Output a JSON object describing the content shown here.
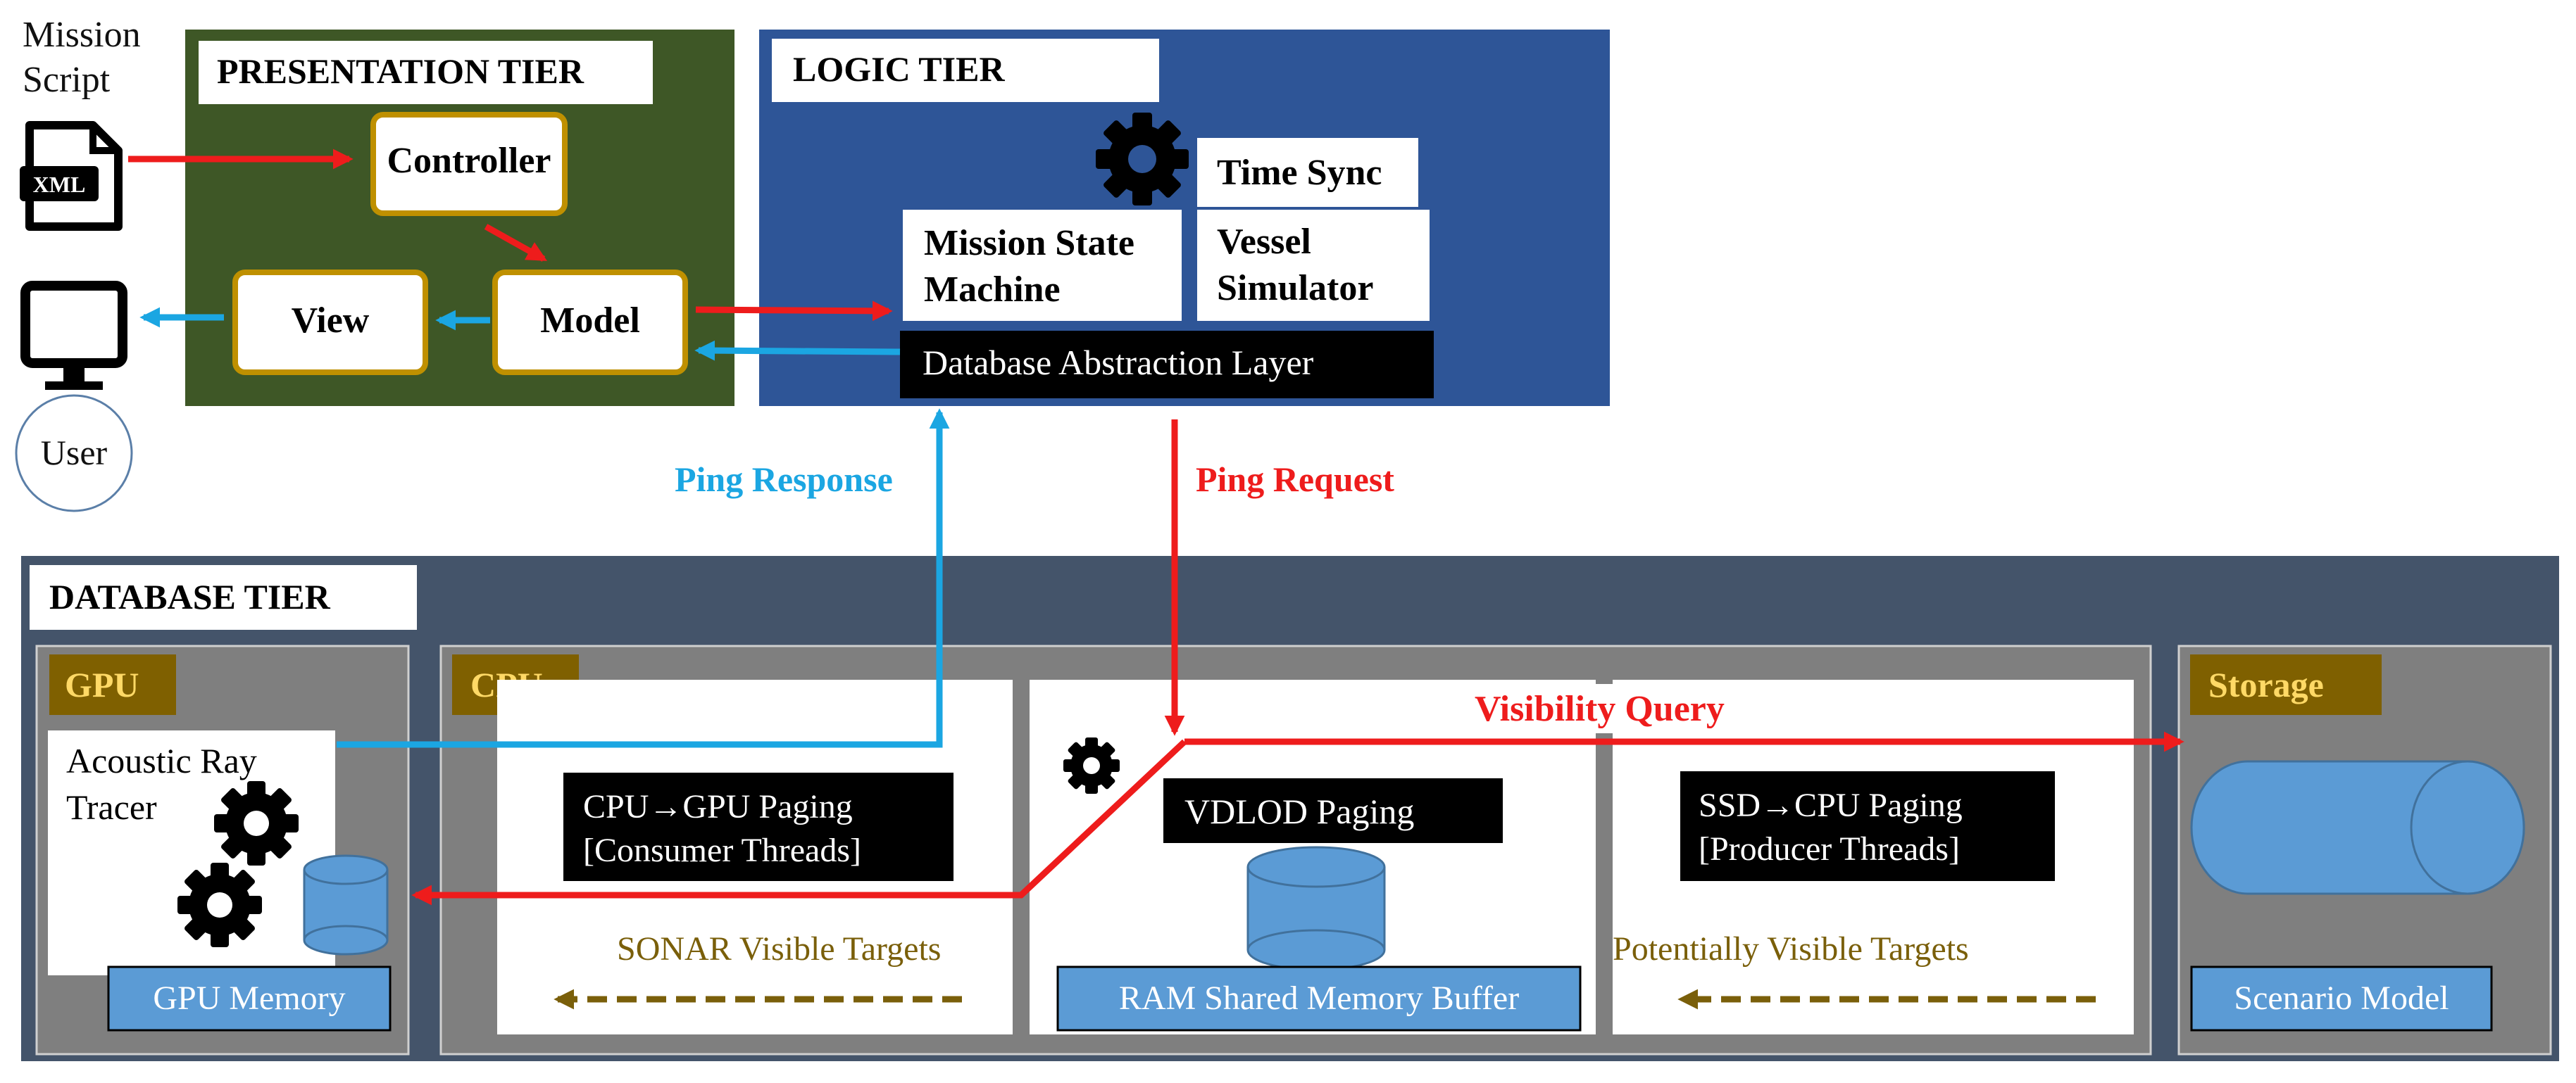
{
  "mission_script": {
    "line1": "Mission",
    "line2": "Script",
    "file_badge": "XML",
    "icon": "xml-file-icon"
  },
  "user": {
    "label": "User",
    "icon": "monitor-icon"
  },
  "presentation_tier": {
    "title": "PRESENTATION TIER",
    "controller": "Controller",
    "model": "Model",
    "view": "View",
    "bg_color": "#3e5726"
  },
  "logic_tier": {
    "title": "LOGIC TIER",
    "time_sync": "Time Sync",
    "mission_state_line1": "Mission State",
    "mission_state_line2": "Machine",
    "vessel_sim_line1": "Vessel",
    "vessel_sim_line2": "Simulator",
    "db_abstraction": "Database Abstraction Layer",
    "bg_color": "#2e5597"
  },
  "flows": {
    "ping_response": "Ping Response",
    "ping_request": "Ping Request",
    "visibility_query": "Visibility Query",
    "sonar_visible": "SONAR Visible Targets",
    "potentially_visible": "Potentially  Visible Targets",
    "request_color": "#ee1c1c",
    "response_color": "#1ba6e2",
    "target_color": "#7a5f0a"
  },
  "database_tier": {
    "title": "DATABASE TIER",
    "bg_color": "#44546a",
    "gpu": {
      "label": "GPU",
      "ray_tracer_line1": "Acoustic Ray",
      "ray_tracer_line2": "Tracer",
      "memory": "GPU Memory"
    },
    "cpu": {
      "label": "CPU",
      "cpu_gpu_line1": "CPU→GPU Paging",
      "cpu_gpu_line2": "[Consumer Threads]",
      "vdlod": "VDLOD Paging",
      "ram_buffer": "RAM Shared Memory Buffer",
      "ssd_cpu_line1": "SSD→CPU Paging",
      "ssd_cpu_line2": "[Producer Threads]"
    },
    "storage": {
      "label": "Storage",
      "scenario_model": "Scenario Model"
    },
    "tag_color": "#7f6000",
    "tag_text_color": "#ffd966",
    "blue_box": "#5b9bd5"
  }
}
